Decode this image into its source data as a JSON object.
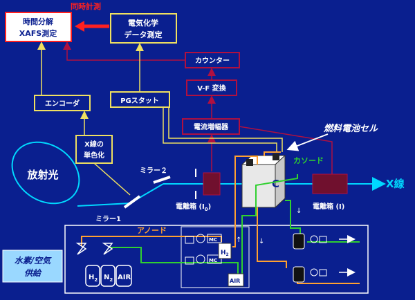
{
  "labels": {
    "xafs": [
      "時間分解",
      "XAFS測定"
    ],
    "sync": "同時計測",
    "echem": [
      "電気化学",
      "データ測定"
    ],
    "counter": "カウンター",
    "vf": "V-F 変換",
    "amp": "電流増幅器",
    "pg": "PGスタット",
    "encoder": "エンコーダ",
    "mono": [
      "X線の",
      "単色化"
    ],
    "source": "放射光",
    "mirror1": "ミラー1",
    "mirror2": "ミラー２",
    "fuelcell": "燃料電池セル",
    "cathode": "カソード",
    "anode": "アノード",
    "xray": "X線",
    "ion0": "電離箱 (I",
    "ion0_sub": "0",
    "ion0_end": ")",
    "ion1": "電離箱 (I)",
    "cell_c": "C",
    "supply": [
      "水素/空気",
      "供給"
    ],
    "h2": "H",
    "h2_sub": "2",
    "n2": "N",
    "n2_sub": "2",
    "air": "AIR",
    "mc": "MC",
    "arrow_up": "↑",
    "arrow_down": "↓"
  },
  "colors": {
    "background": "#0a1f8f",
    "yellow": "#f0e060",
    "maroon": "#b01040",
    "red": "#ff2020",
    "cyan": "#00d8ff",
    "orange": "#ffa030",
    "green": "#30d030"
  }
}
